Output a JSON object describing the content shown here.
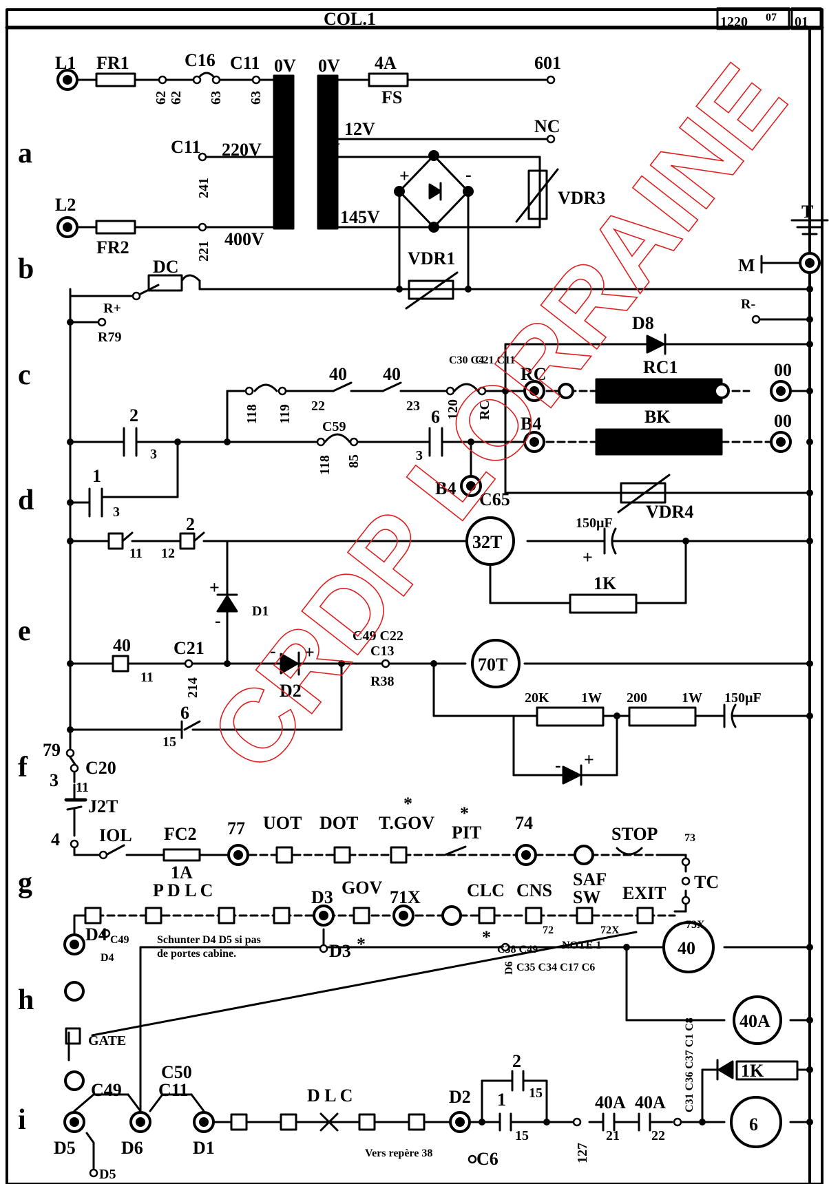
{
  "header": {
    "title": "COL.1",
    "sheet": "1220",
    "sheet_sup": "07",
    "page": "01"
  },
  "rows": [
    "a",
    "b",
    "c",
    "d",
    "e",
    "f",
    "g",
    "h",
    "i"
  ],
  "watermark": "CRDP LORRAINE",
  "labels": {
    "l1": "L1",
    "l2": "L2",
    "fr1": "FR1",
    "fr2": "FR2",
    "c16": "C16",
    "c11a": "C11",
    "c11b": "C11",
    "ov1": "0V",
    "ov2": "0V",
    "ov3": "0V",
    "v220": "220V",
    "v400": "400V",
    "v12": "12V",
    "v145": "145V",
    "fuse4a": "4A",
    "fs": "FS",
    "w601": "601",
    "nc": "NC",
    "vdr3": "VDR3",
    "vdr1": "VDR1",
    "t62a": "62",
    "t62b": "62",
    "t63a": "63",
    "t63b": "63",
    "t241": "241",
    "t221": "221",
    "plus": "+",
    "minus": "-",
    "t": "T",
    "m": "M",
    "dc": "DC",
    "rplus": "R+",
    "r79": "R79",
    "rminus": "R-",
    "d8": "D8",
    "rc": "RC",
    "rc1": "RC1",
    "oo1": "00",
    "b4": "B4",
    "bk": "BK",
    "oo2": "00",
    "c40a": "40",
    "c40b": "40",
    "n22": "22",
    "n23": "23",
    "n118a": "118",
    "n119": "119",
    "c59": "C59",
    "n118b": "118",
    "n85": "85",
    "n6": "6",
    "n3a": "3",
    "c30c4": "C30 C4",
    "c21c11": "C21 C11",
    "n120": "120",
    "nrc": "RC",
    "b4c65": "B4",
    "c65": "C65",
    "k2": "2",
    "k3": "3",
    "k1": "1",
    "k3b": "3",
    "vdr4": "VDR4",
    "k11": "11",
    "k2b": "2",
    "k12": "12",
    "m32t": "32T",
    "cap150a": "150µF",
    "plus2": "+",
    "r1k": "1K",
    "d1": "D1",
    "k40": "40",
    "k11b": "11",
    "c21": "C21",
    "n214": "214",
    "d2": "D2",
    "c49c22": "C49 C22",
    "c13": "C13",
    "r38": "R38",
    "m70t": "70T",
    "r20k": "20K",
    "w1a": "1W",
    "r200": "200",
    "w1b": "1W",
    "cap150b": "150µF",
    "k6": "6",
    "k15": "15",
    "n79": "79",
    "c20": "C20",
    "n3b": "3",
    "n11c": "11",
    "j2t": "J2T",
    "n4": "4",
    "iol": "IOL",
    "fc2": "FC2",
    "a1": "1A",
    "n77": "77",
    "uot": "UOT",
    "dot": "DOT",
    "tgov": "T.GOV",
    "pit": "PIT",
    "n74": "74",
    "stop": "STOP",
    "n73": "73",
    "star1": "*",
    "star2": "*",
    "pdlc": "P D L C",
    "d3": "D3",
    "gov": "GOV",
    "x71": "71X",
    "clc": "CLC",
    "cns": "CNS",
    "saf": "SAF",
    "sw": "SW",
    "exit": "EXIT",
    "tc": "TC",
    "n72": "72",
    "x72": "72X",
    "x73": "73X",
    "d4": "D4",
    "c49a": "C49",
    "d4b": "D4",
    "schunter": "Schunter D4 D5 si pas",
    "schunter2": "de portes cabine.",
    "d3b": "D3",
    "star3": "*",
    "star4": "*",
    "c38c49": "C38 C49",
    "note1": "NOTE 1",
    "d6c": "D6",
    "c35line": "C35 C34 C17 C6",
    "m40": "40",
    "m40a": "40A",
    "gate": "GATE",
    "c49b": "C49",
    "c50": "C50",
    "c11c": "C11",
    "dlc": "D L C",
    "d2b": "D2",
    "k2c": "2",
    "k15a": "15",
    "k1c": "1",
    "k15b": "15",
    "n127": "127",
    "k40a1": "40A",
    "k21": "21",
    "k40a2": "40A",
    "k22": "22",
    "r1kb": "1K",
    "m6": "6",
    "cstack": "C31 C36 C37 C1 C8",
    "d5": "D5",
    "d6": "D6",
    "d1b": "D1",
    "d5b": "D5",
    "vers": "Vers repère 38",
    "c6": "C6"
  }
}
